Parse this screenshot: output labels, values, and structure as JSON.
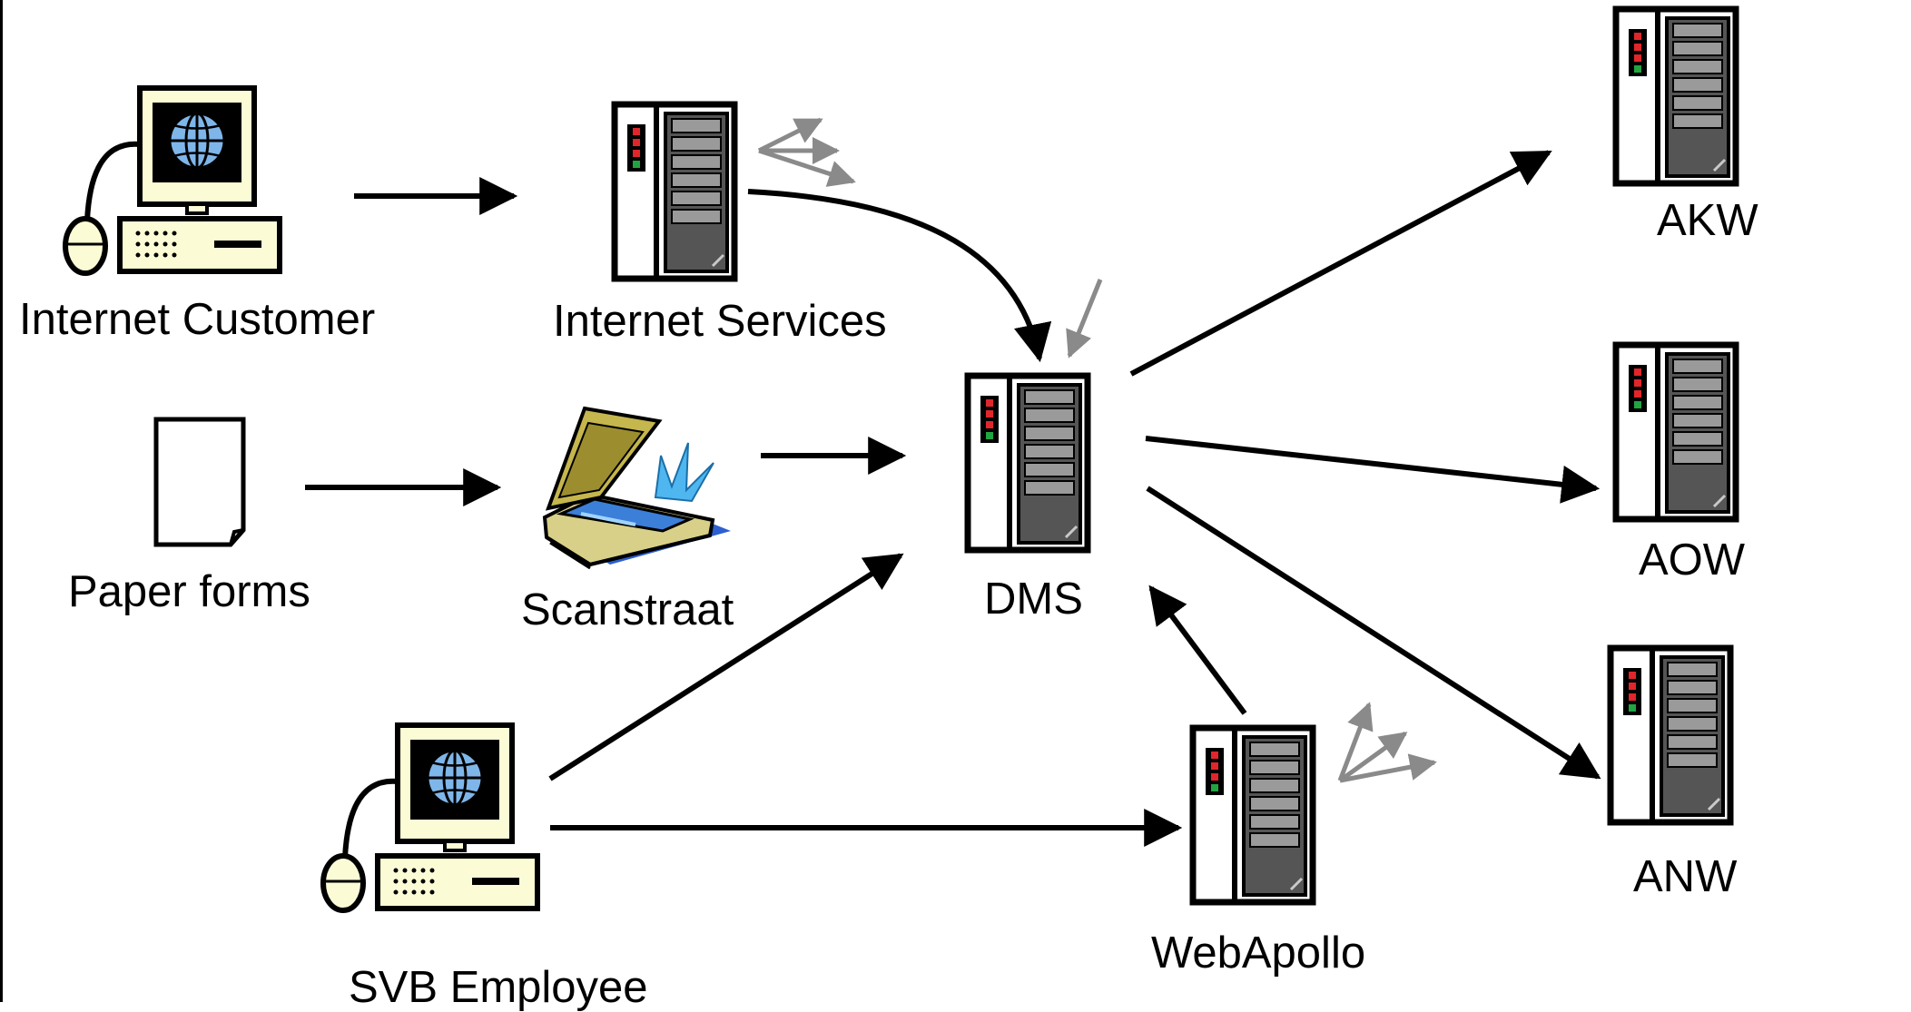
{
  "labels": {
    "internet_customer": "Internet Customer",
    "internet_services": "Internet Services",
    "paper_forms": "Paper forms",
    "scanstraat": "Scanstraat",
    "dms": "DMS",
    "svb_employee": "SVB Employee",
    "webapollo": "WebApollo",
    "akw": "AKW",
    "aow": "AOW",
    "anw": "ANW"
  },
  "colors": {
    "monitor_beige": "#fbfbd6",
    "screen": "#000000",
    "globe": "#7fb6ea",
    "server_panel": "#555555",
    "led_red": "#e0262b",
    "led_green": "#21a541",
    "arrow": "#000000",
    "activity_arrow": "#8a8a8a",
    "scanner_lid": "#c5b64d",
    "scanner_glass": "#3b7fd8",
    "scanner_burst": "#4fb6f0"
  },
  "icons": {
    "computer": "desktop-computer-icon",
    "server": "server-tower-icon",
    "document": "paper-document-icon",
    "scanner": "flatbed-scanner-icon"
  }
}
